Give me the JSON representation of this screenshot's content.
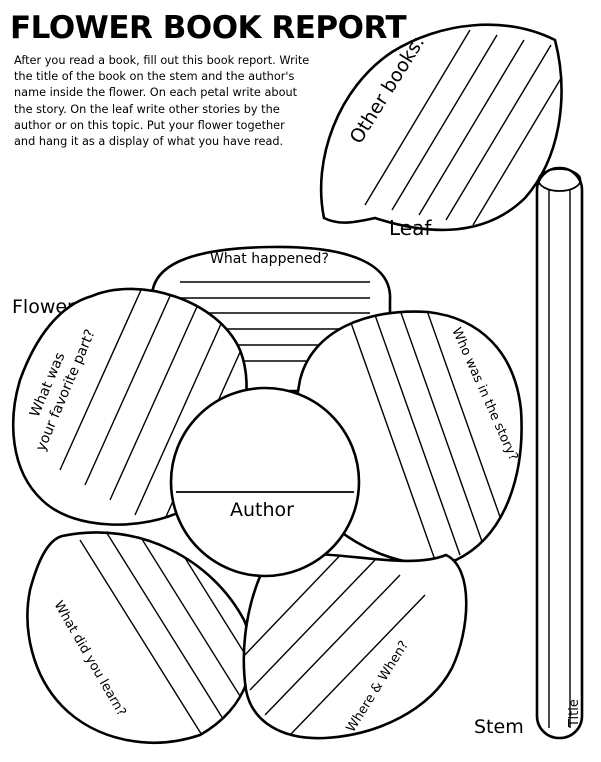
{
  "worksheet": {
    "title": "FLOWER BOOK REPORT",
    "instructions": [
      "After you read a book, fill out this book report. Write",
      "the title of the book on the stem and the author's",
      "name inside the flower. On each petal write about",
      "the story. On the leaf write other stories by the",
      "author or on this topic. Put your flower together",
      "and hang it as a display of what you have read."
    ]
  },
  "leaf": {
    "prompt": "Other books:",
    "label": "Leaf"
  },
  "flower": {
    "label": "Flower",
    "center_label": "Author",
    "petals": {
      "top": "What happened?",
      "left": [
        "What was",
        "your favorite part?"
      ],
      "right": "Who was in the story?",
      "bottom_left": "What did you learn?",
      "bottom_right": "Where & When?"
    }
  },
  "stem": {
    "label": "Stem",
    "field": "Title"
  },
  "colors": {
    "ink": "#000000",
    "paper": "#ffffff"
  }
}
